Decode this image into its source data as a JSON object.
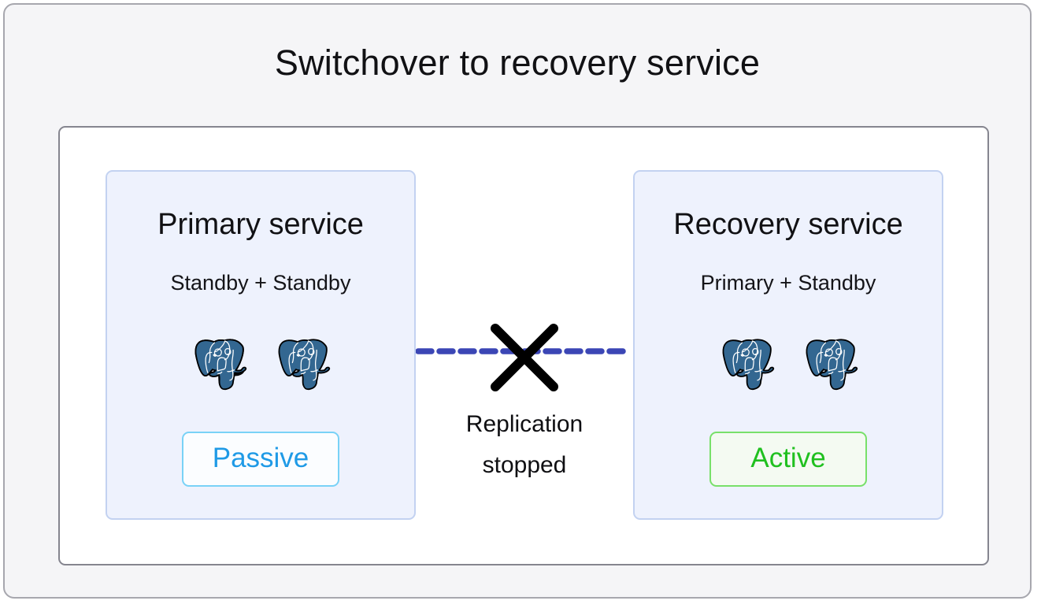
{
  "diagram": {
    "title": "Switchover to recovery service",
    "colors": {
      "page_background": "#f5f5f7",
      "card_background": "#ffffff",
      "panel_background": "#eef2fd",
      "panel_border": "#c3d2f1",
      "replication_line": "#3b46b5",
      "cross_mark": "#000000",
      "passive_text": "#1f9ae6",
      "passive_border": "#79d2f7",
      "active_text": "#20c020",
      "active_border": "#78e06a",
      "postgres_logo": "#336791"
    }
  },
  "panels": [
    {
      "id": "primary-service",
      "title": "Primary service",
      "subtitle": "Standby + Standby",
      "nodes": [
        "postgres-elephant-icon",
        "postgres-elephant-icon"
      ],
      "status": "Passive"
    },
    {
      "id": "recovery-service",
      "title": "Recovery service",
      "subtitle": "Primary + Standby",
      "nodes": [
        "postgres-elephant-icon",
        "postgres-elephant-icon"
      ],
      "status": "Active"
    }
  ],
  "replication": {
    "label_line1": "Replication",
    "label_line2": "stopped",
    "line_style": "dashed",
    "state_icon": "cross-icon"
  }
}
